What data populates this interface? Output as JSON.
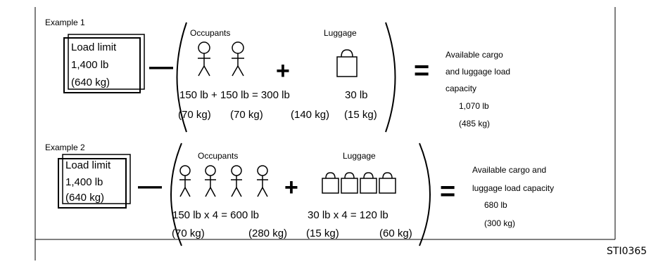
{
  "figure_code": "STI0365",
  "examples": [
    {
      "title": "Example 1",
      "load_limit": {
        "line1": "Load limit",
        "line2": "1,400 lb",
        "line3": "(640 kg)"
      },
      "occupants_label": "Occupants",
      "luggage_label": "Luggage",
      "occupant_figures": 2,
      "luggage_bags": 1,
      "calc_line1": "150 lb + 150 lb = 300 lb",
      "calc_line1_luggage": "30 lb",
      "calc_line2_a": "(70 kg)",
      "calc_line2_b": "(70 kg)",
      "calc_line2_c": "(140 kg)",
      "calc_line2_d": "(15 kg)",
      "result": {
        "line1": "Available cargo",
        "line2": "and luggage load",
        "line3": "capacity",
        "line4": "1,070 lb",
        "line5": "(485 kg)"
      }
    },
    {
      "title": "Example 2",
      "load_limit": {
        "line1": "Load limit",
        "line2": "1,400 lb",
        "line3": "(640 kg)"
      },
      "occupants_label": "Occupants",
      "luggage_label": "Luggage",
      "occupant_figures": 4,
      "luggage_bags": 4,
      "calc_line1_a": "150 lb x 4 = 600 lb",
      "calc_line1_b": "30 lb x 4 = 120 lb",
      "calc_line2_a": "(70 kg)",
      "calc_line2_b": "(280 kg)",
      "calc_line2_c": "(15 kg)",
      "calc_line2_d": "(60 kg)",
      "result": {
        "line1": "Available cargo and",
        "line2": "luggage load capacity",
        "line3": "680 lb",
        "line4": "(300 kg)"
      }
    }
  ],
  "operators": {
    "minus": "—",
    "plus": "+",
    "equals": "="
  }
}
